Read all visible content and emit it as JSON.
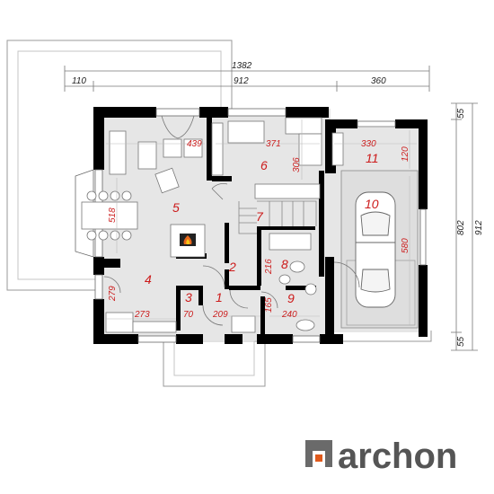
{
  "colors": {
    "wall": "#000000",
    "floor": "#e6e6e6",
    "garage_floor": "#dedede",
    "terrace": "#ffffff",
    "line": "#9a9a9a",
    "dim_inner": "#cc2020",
    "room_number": "#cc1a1a",
    "logo_text": "#555555",
    "logo_mark": "#6a6a6a",
    "logo_accent": "#e05a1c"
  },
  "dimensions": {
    "top_total": "1382",
    "top_left": "110",
    "top_middle": "912",
    "top_right": "360",
    "right_top": "55",
    "right_middle": "802",
    "right_total": "912",
    "right_bottom": "55",
    "interior": {
      "d439": "439",
      "d371": "371",
      "d330": "330",
      "d306": "306",
      "d120": "120",
      "d518": "518",
      "d580": "580",
      "d279": "279",
      "d216": "216",
      "d273": "273",
      "d70": "70",
      "d209": "209",
      "d165": "165",
      "d240": "240"
    }
  },
  "rooms": {
    "r1": "1",
    "r2": "2",
    "r3": "3",
    "r4": "4",
    "r5": "5",
    "r6": "6",
    "r7": "7",
    "r8": "8",
    "r9": "9",
    "r10": "10",
    "r11": "11"
  },
  "logo": {
    "text": "archon"
  }
}
